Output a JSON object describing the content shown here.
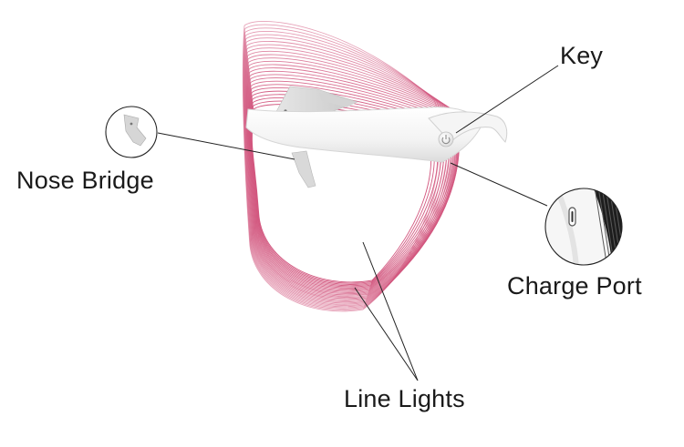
{
  "labels": {
    "key": "Key",
    "nose_bridge": "Nose Bridge",
    "charge_port": "Charge Port",
    "line_lights": "Line Lights"
  },
  "colors": {
    "light_line": "#d2567e",
    "band": "#f4f4f4",
    "band_edge": "#d9d9d9",
    "leader": "#222222",
    "text": "#1a1a1a"
  },
  "icons": {
    "power_button": "power-icon",
    "nose_inset": "nose-bridge-closeup",
    "charge_inset": "usb-c-port-closeup"
  }
}
